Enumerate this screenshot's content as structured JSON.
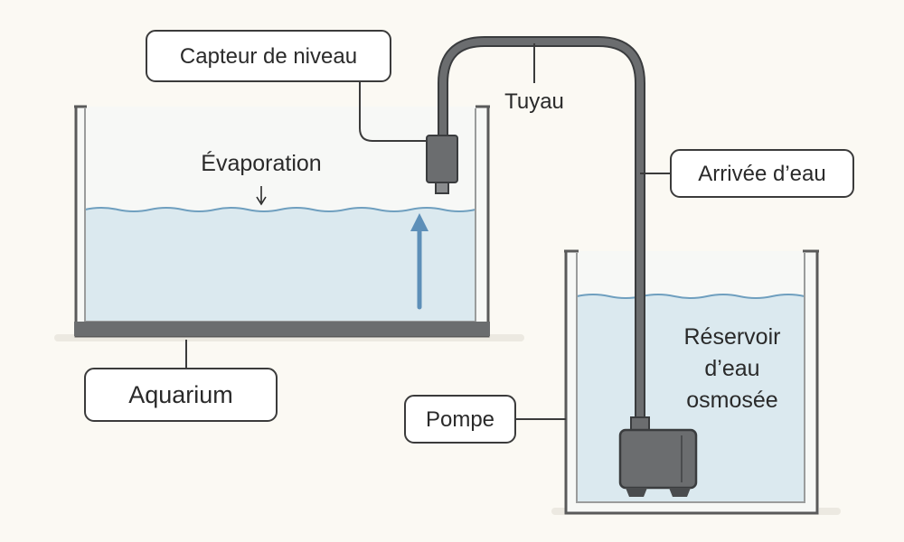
{
  "diagram": {
    "labels": {
      "capteur": "Capteur de niveau",
      "tuyau": "Tuyau",
      "arrivee": "Arrivée d’eau",
      "evaporation": "Évaporation",
      "aquarium": "Aquarium",
      "pompe": "Pompe",
      "reservoir_line1": "Réservoir",
      "reservoir_line2": "d’eau",
      "reservoir_line3": "osmosée"
    },
    "colors": {
      "background": "#fbf9f3",
      "water": "#dbe9ef",
      "water_line": "#6f9fbf",
      "tank_stroke": "#5a5a5a",
      "equipment": "#6b6d6f",
      "arrow": "#5d8fb8",
      "label_box": "#ffffff",
      "label_stroke": "#3b3b3b"
    },
    "icons": {
      "evaporation_arrow": "arrow-down-icon",
      "refill_arrow": "arrow-up-icon"
    }
  }
}
